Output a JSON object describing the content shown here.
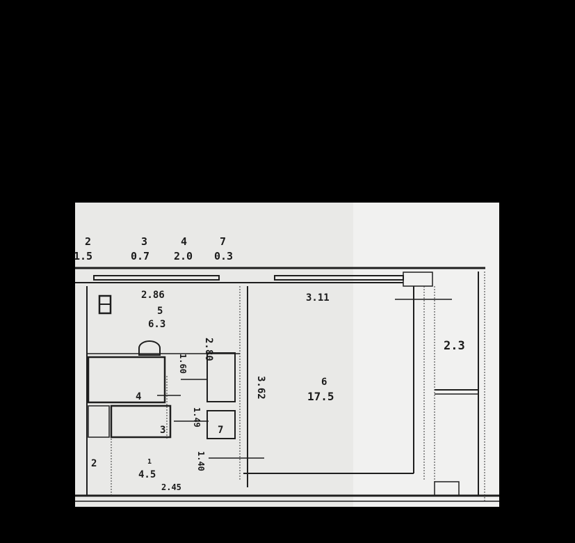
{
  "plan": {
    "background_color": "#000000",
    "paper_color": "#e9e9e7",
    "top_labels": [
      {
        "num": "2",
        "area": "1.5"
      },
      {
        "num": "3",
        "area": "0.7"
      },
      {
        "num": "4",
        "area": "2.0"
      },
      {
        "num": "7",
        "area": "0.3"
      }
    ],
    "rooms": {
      "kitchen": {
        "num": "5",
        "area": "6.3",
        "width": "2.86",
        "depth": "2.80"
      },
      "living": {
        "num": "6",
        "area": "17.5",
        "width": "3.11",
        "depth": "3.62"
      },
      "balcony": {
        "area": "2.3"
      },
      "hall": {
        "num": "1",
        "area": "4.5",
        "width": "2.45",
        "depth": "1.40"
      },
      "bathroom": {
        "num": "4",
        "width": "1.60"
      },
      "toilet": {
        "num": "3"
      },
      "closet": {
        "num": "7"
      },
      "corridor": {
        "num": "2",
        "width": "1.49"
      }
    }
  }
}
